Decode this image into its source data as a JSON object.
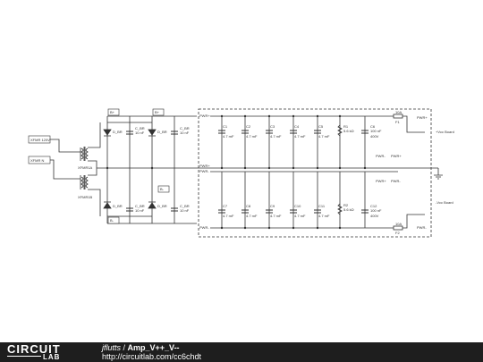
{
  "schematic": {
    "inputs": {
      "in1": "XFMR 120V",
      "in2": "XFMR N"
    },
    "transformers": {
      "t1": "XFMR1A",
      "t2": "XFMR1B"
    },
    "diode_tags": {
      "top1": "B+",
      "top2": "B+",
      "bot1": "B-",
      "bot2": "B-"
    },
    "diodes": [
      "D_BR",
      "D_BR",
      "D_BR",
      "D_BR"
    ],
    "input_caps": [
      {
        "name": "C_BR",
        "value": "10 nF"
      },
      {
        "name": "C_BR",
        "value": "10 nF"
      },
      {
        "name": "C_BR",
        "value": "10 nF"
      },
      {
        "name": "C_BR",
        "value": "10 nF"
      }
    ],
    "rail_labels": {
      "top_out": "PWR+",
      "top_in": "PWR+",
      "bot_in": "PWR-",
      "bot_out": "PWR-"
    },
    "top_caps": [
      {
        "name": "C1",
        "value": "4.7 mF"
      },
      {
        "name": "C2",
        "value": "4.7 mF"
      },
      {
        "name": "C3",
        "value": "4.7 mF"
      },
      {
        "name": "C4",
        "value": "4.7 mF"
      },
      {
        "name": "C5",
        "value": "4.7 mF"
      }
    ],
    "bottom_caps": [
      {
        "name": "C7",
        "value": "4.7 mF"
      },
      {
        "name": "C8",
        "value": "4.7 mF"
      },
      {
        "name": "C9",
        "value": "4.7 mF"
      },
      {
        "name": "C10",
        "value": "4.7 mF"
      },
      {
        "name": "C11",
        "value": "4.7 mF"
      }
    ],
    "resistors": [
      {
        "name": "R1",
        "value": "5.6 kΩ"
      },
      {
        "name": "R2",
        "value": "5.6 kΩ"
      }
    ],
    "film_caps": [
      {
        "name": "C6",
        "value": "100 nF",
        "rating": "400V"
      },
      {
        "name": "C12",
        "value": "100 nF",
        "rating": "400V"
      }
    ],
    "fuses": [
      {
        "name": "F1",
        "rating": "10A"
      },
      {
        "name": "F2",
        "rating": "10A"
      }
    ],
    "out_labels": {
      "top": "PWR+",
      "bottom": "PWR-"
    },
    "mid_labels": {
      "a": "PWR-",
      "b": "PWR+",
      "c": "PWR+",
      "d": "PWR-"
    },
    "boards": {
      "top": "+Vcc Board",
      "bottom": "-Vcc Board"
    }
  },
  "footer": {
    "logo_main": "CIRCUIT",
    "logo_sub": "LAB",
    "author": "jflutts",
    "separator": " / ",
    "project": "Amp_V++_V--",
    "url": "http://circuitlab.com/cc6chdt"
  }
}
